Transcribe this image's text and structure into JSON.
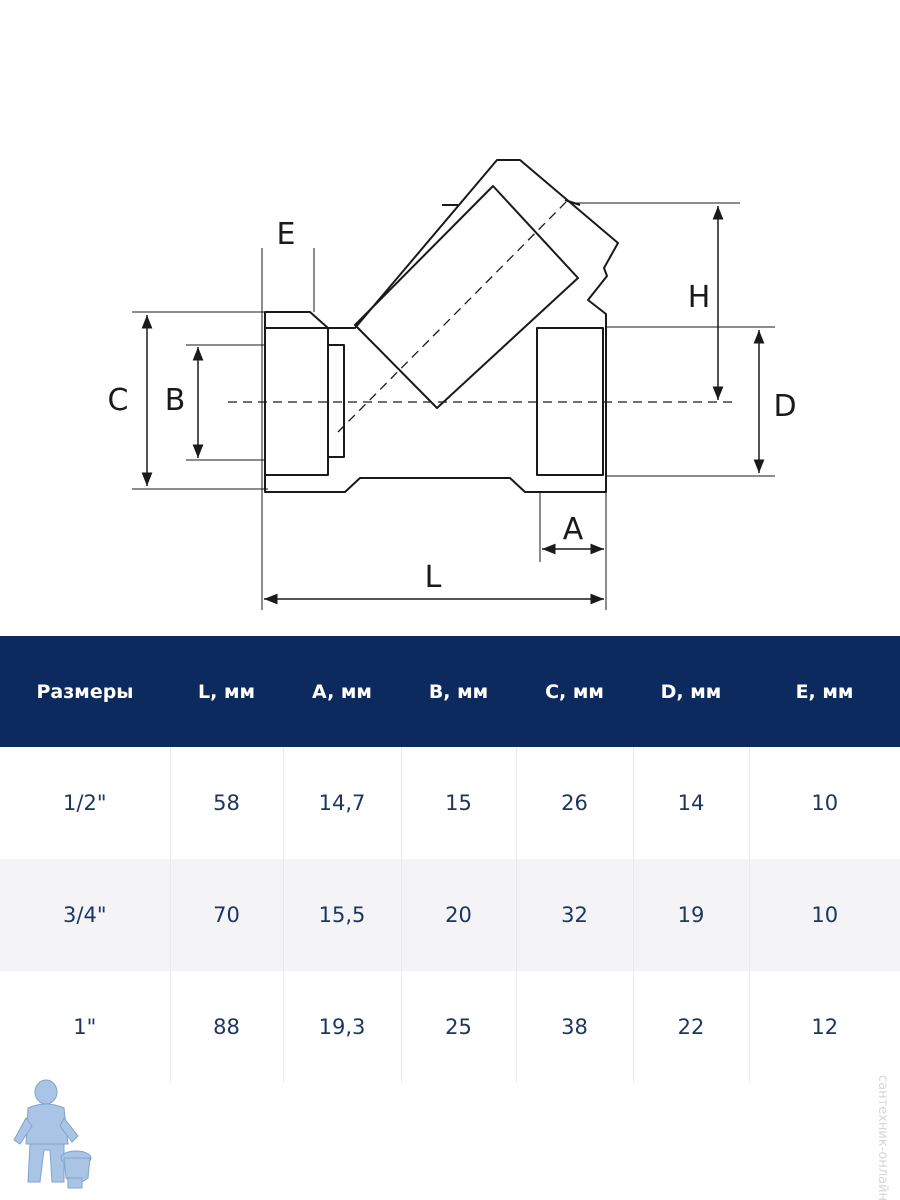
{
  "drawing": {
    "labels": {
      "E": "E",
      "H": "H",
      "C": "C",
      "B": "B",
      "D": "D",
      "A": "A",
      "L": "L"
    }
  },
  "table": {
    "headers": [
      "Размеры",
      "L, мм",
      "A, мм",
      "B, мм",
      "C, мм",
      "D, мм",
      "E, мм"
    ],
    "rows": [
      [
        "1/2\"",
        "58",
        "14,7",
        "15",
        "26",
        "14",
        "10"
      ],
      [
        "3/4\"",
        "70",
        "15,5",
        "20",
        "32",
        "19",
        "10"
      ],
      [
        "1\"",
        "88",
        "19,3",
        "25",
        "38",
        "22",
        "12"
      ]
    ]
  },
  "watermark": "сантехник-онлайн.рф",
  "colors": {
    "header_bg": "#0d2a5e",
    "header_text": "#ffffff",
    "cell_text": "#1d3563",
    "row_alt_bg": "#f4f4f7",
    "drawing_line": "#1a1a1a",
    "mascot": "#a9c4e4"
  },
  "icons": {
    "mascot": "plumber-mascot-icon"
  }
}
